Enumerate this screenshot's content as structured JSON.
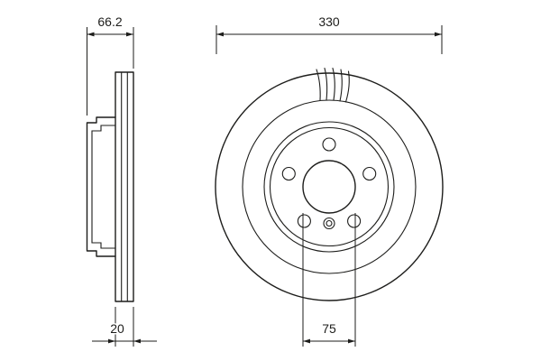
{
  "diagram": {
    "subject": "brake-disc-technical-drawing",
    "views": {
      "side": {
        "name": "side-cross-section-view"
      },
      "front": {
        "name": "front-view"
      }
    },
    "dimensions": {
      "total_width": "66.2",
      "outer_diameter": "330",
      "thickness": "20",
      "center_bore": "75"
    },
    "colors": {
      "line": "#1d1d1b",
      "background": "#ffffff"
    }
  }
}
